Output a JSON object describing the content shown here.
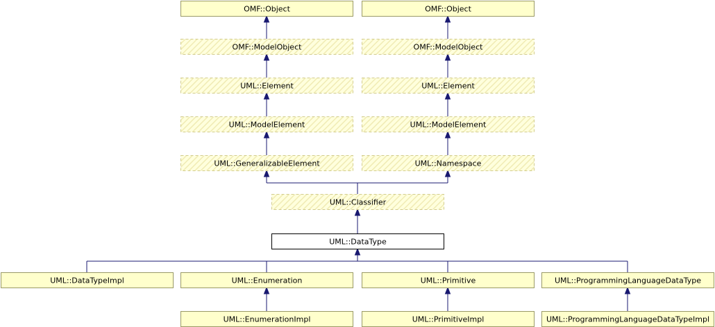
{
  "diagram": {
    "colors": {
      "solid_fill": "#ffffcc",
      "solid_stroke": "#999966",
      "hatched_fill": "#ffffdd",
      "hatch_line": "#f0ebb4",
      "hatched_stroke": "#d2cc8c",
      "focus_fill": "#ffffff",
      "focus_stroke": "#000000",
      "edge": "#191970"
    },
    "nodes": [
      {
        "id": "omf-object-1",
        "label": "OMF::Object",
        "style": "solid"
      },
      {
        "id": "omf-object-2",
        "label": "OMF::Object",
        "style": "solid"
      },
      {
        "id": "omf-modelobject-1",
        "label": "OMF::ModelObject",
        "style": "hatched"
      },
      {
        "id": "omf-modelobject-2",
        "label": "OMF::ModelObject",
        "style": "hatched"
      },
      {
        "id": "uml-element-1",
        "label": "UML::Element",
        "style": "hatched"
      },
      {
        "id": "uml-element-2",
        "label": "UML::Element",
        "style": "hatched"
      },
      {
        "id": "uml-modelelement-1",
        "label": "UML::ModelElement",
        "style": "hatched"
      },
      {
        "id": "uml-modelelement-2",
        "label": "UML::ModelElement",
        "style": "hatched"
      },
      {
        "id": "uml-generalizableelement",
        "label": "UML::GeneralizableElement",
        "style": "hatched"
      },
      {
        "id": "uml-namespace",
        "label": "UML::Namespace",
        "style": "hatched"
      },
      {
        "id": "uml-classifier",
        "label": "UML::Classifier",
        "style": "hatched"
      },
      {
        "id": "uml-datatype",
        "label": "UML::DataType",
        "style": "focus"
      },
      {
        "id": "uml-datatypeimpl",
        "label": "UML::DataTypeImpl",
        "style": "solid"
      },
      {
        "id": "uml-enumeration",
        "label": "UML::Enumeration",
        "style": "solid"
      },
      {
        "id": "uml-primitive",
        "label": "UML::Primitive",
        "style": "solid"
      },
      {
        "id": "uml-programminglanguagedatatype",
        "label": "UML::ProgrammingLanguageDataType",
        "style": "solid"
      },
      {
        "id": "uml-enumerationimpl",
        "label": "UML::EnumerationImpl",
        "style": "solid"
      },
      {
        "id": "uml-primitiveimpl",
        "label": "UML::PrimitiveImpl",
        "style": "solid"
      },
      {
        "id": "uml-programminglanguagedatatypeimpl",
        "label": "UML::ProgrammingLanguageDataTypeImpl",
        "style": "solid"
      }
    ],
    "edges": [
      {
        "from": "omf-modelobject-1",
        "to": "omf-object-1"
      },
      {
        "from": "omf-modelobject-2",
        "to": "omf-object-2"
      },
      {
        "from": "uml-element-1",
        "to": "omf-modelobject-1"
      },
      {
        "from": "uml-element-2",
        "to": "omf-modelobject-2"
      },
      {
        "from": "uml-modelelement-1",
        "to": "uml-element-1"
      },
      {
        "from": "uml-modelelement-2",
        "to": "uml-element-2"
      },
      {
        "from": "uml-generalizableelement",
        "to": "uml-modelelement-1"
      },
      {
        "from": "uml-namespace",
        "to": "uml-modelelement-2"
      },
      {
        "from": "uml-classifier",
        "to": "uml-generalizableelement"
      },
      {
        "from": "uml-classifier",
        "to": "uml-namespace"
      },
      {
        "from": "uml-datatype",
        "to": "uml-classifier"
      },
      {
        "from": "uml-datatypeimpl",
        "to": "uml-datatype"
      },
      {
        "from": "uml-enumeration",
        "to": "uml-datatype"
      },
      {
        "from": "uml-primitive",
        "to": "uml-datatype"
      },
      {
        "from": "uml-programminglanguagedatatype",
        "to": "uml-datatype"
      },
      {
        "from": "uml-enumerationimpl",
        "to": "uml-enumeration"
      },
      {
        "from": "uml-primitiveimpl",
        "to": "uml-primitive"
      },
      {
        "from": "uml-programminglanguagedatatypeimpl",
        "to": "uml-programminglanguagedatatype"
      }
    ]
  }
}
